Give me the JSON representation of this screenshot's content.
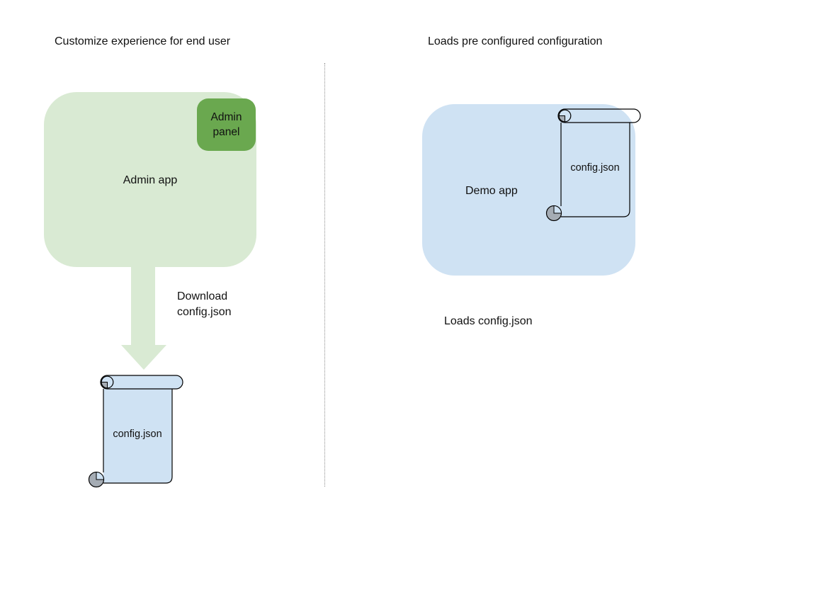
{
  "diagram": {
    "left": {
      "title": "Customize experience for end user",
      "admin_app_label": "Admin app",
      "admin_panel_label": "Admin panel",
      "arrow_label": "Download config.json",
      "config_file_label": "config.json"
    },
    "right": {
      "title": "Loads pre configured configuration",
      "demo_app_label": "Demo app",
      "config_file_label": "config.json",
      "caption": "Loads config.json"
    },
    "colors": {
      "app_box_green": "#d9ead3",
      "panel_green": "#6aa84f",
      "app_box_blue": "#cfe2f3",
      "scroll_fill_blue": "#cfe2f3",
      "scroll_curl_gray": "#a5acb4",
      "arrow_green": "#d9ead3",
      "outline_black": "#000000",
      "divider_gray": "#8f8f8f",
      "text_black": "#111111"
    }
  }
}
